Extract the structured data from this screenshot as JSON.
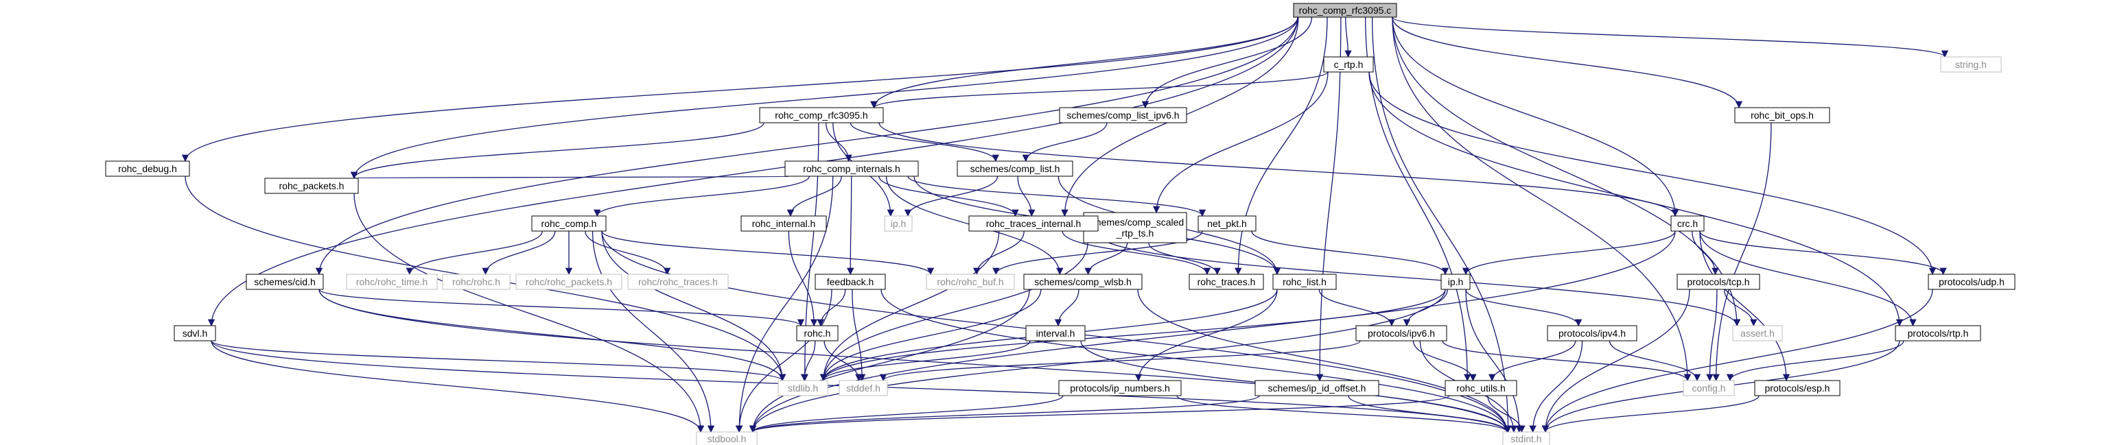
{
  "graph": {
    "root": "rohc_comp_rfc3095.c",
    "colors": {
      "edge": "#191970",
      "node_border": "#000000",
      "system_border": "#bfbfbf",
      "root_fill": "#bfbfbf",
      "system_text": "#8c8c8c"
    },
    "nodes": [
      {
        "id": "root",
        "label": "rohc_comp_rfc3095.c",
        "kind": "root"
      },
      {
        "id": "c_rtp",
        "label": "c_rtp.h",
        "kind": "file"
      },
      {
        "id": "string",
        "label": "string.h",
        "kind": "system"
      },
      {
        "id": "rfc3095h",
        "label": "rohc_comp_rfc3095.h",
        "kind": "file"
      },
      {
        "id": "list_ipv6",
        "label": "schemes/comp_list_ipv6.h",
        "kind": "file"
      },
      {
        "id": "bit_ops",
        "label": "rohc_bit_ops.h",
        "kind": "file"
      },
      {
        "id": "debug",
        "label": "rohc_debug.h",
        "kind": "file"
      },
      {
        "id": "internals",
        "label": "rohc_comp_internals.h",
        "kind": "file"
      },
      {
        "id": "comp_list",
        "label": "schemes/comp_list.h",
        "kind": "file"
      },
      {
        "id": "packets",
        "label": "rohc_packets.h",
        "kind": "file"
      },
      {
        "id": "ip",
        "label": "ip.h",
        "kind": "system"
      },
      {
        "id": "scaled",
        "label": "schemes/comp_scaled\n_rtp_ts.h",
        "kind": "file"
      },
      {
        "id": "net_pkt",
        "label": "net_pkt.h",
        "kind": "file"
      },
      {
        "id": "crc",
        "label": "crc.h",
        "kind": "file"
      },
      {
        "id": "comp_h",
        "label": "rohc_comp.h",
        "kind": "file"
      },
      {
        "id": "rohc_internal",
        "label": "rohc_internal.h",
        "kind": "file"
      },
      {
        "id": "traces_internal",
        "label": "rohc_traces_internal.h",
        "kind": "file"
      },
      {
        "id": "comp_time",
        "label": "rohc/rohc_time.h",
        "kind": "system"
      },
      {
        "id": "rohc_rohc",
        "label": "rohc/rohc.h",
        "kind": "system"
      },
      {
        "id": "rohc_packets_sys",
        "label": "rohc/rohc_packets.h",
        "kind": "system"
      },
      {
        "id": "rohc_traces_sys",
        "label": "rohc/rohc_traces.h",
        "kind": "system"
      },
      {
        "id": "rohc_buf",
        "label": "rohc/rohc_buf.h",
        "kind": "system"
      },
      {
        "id": "wlsb",
        "label": "schemes/comp_wlsb.h",
        "kind": "file"
      },
      {
        "id": "traces",
        "label": "rohc_traces.h",
        "kind": "file"
      },
      {
        "id": "rohc_list",
        "label": "rohc_list.h",
        "kind": "file"
      },
      {
        "id": "ip_h",
        "label": "ip.h",
        "kind": "file"
      },
      {
        "id": "tcp",
        "label": "protocols/tcp.h",
        "kind": "file"
      },
      {
        "id": "udp",
        "label": "protocols/udp.h",
        "kind": "file"
      },
      {
        "id": "cid",
        "label": "schemes/cid.h",
        "kind": "file"
      },
      {
        "id": "feedback",
        "label": "feedback.h",
        "kind": "file"
      },
      {
        "id": "sdvl",
        "label": "sdvl.h",
        "kind": "file"
      },
      {
        "id": "rohc_h",
        "label": "rohc.h",
        "kind": "file"
      },
      {
        "id": "interval",
        "label": "interval.h",
        "kind": "file"
      },
      {
        "id": "ipv6",
        "label": "protocols/ipv6.h",
        "kind": "file"
      },
      {
        "id": "ipv4",
        "label": "protocols/ipv4.h",
        "kind": "file"
      },
      {
        "id": "assert",
        "label": "assert.h",
        "kind": "system"
      },
      {
        "id": "rtp",
        "label": "protocols/rtp.h",
        "kind": "file"
      },
      {
        "id": "stdlib",
        "label": "stdlib.h",
        "kind": "system"
      },
      {
        "id": "stddef",
        "label": "stddef.h",
        "kind": "system"
      },
      {
        "id": "config",
        "label": "config.h",
        "kind": "system"
      },
      {
        "id": "ip_numbers",
        "label": "protocols/ip_numbers.h",
        "kind": "file"
      },
      {
        "id": "ip_id_offset",
        "label": "schemes/ip_id_offset.h",
        "kind": "file"
      },
      {
        "id": "utils",
        "label": "rohc_utils.h",
        "kind": "file"
      },
      {
        "id": "esp",
        "label": "protocols/esp.h",
        "kind": "file"
      },
      {
        "id": "stdbool",
        "label": "stdbool.h",
        "kind": "system"
      },
      {
        "id": "stdint",
        "label": "stdint.h",
        "kind": "system"
      }
    ],
    "edges": [
      [
        "root",
        "c_rtp"
      ],
      [
        "root",
        "string"
      ],
      [
        "root",
        "rfc3095h"
      ],
      [
        "root",
        "list_ipv6"
      ],
      [
        "root",
        "bit_ops"
      ],
      [
        "root",
        "debug"
      ],
      [
        "root",
        "packets"
      ],
      [
        "root",
        "cid"
      ],
      [
        "root",
        "sdvl"
      ],
      [
        "root",
        "traces_internal"
      ],
      [
        "root",
        "traces"
      ],
      [
        "root",
        "utils"
      ],
      [
        "root",
        "ip_id_offset"
      ],
      [
        "root",
        "crc"
      ],
      [
        "root",
        "assert"
      ],
      [
        "root",
        "config"
      ],
      [
        "root",
        "stdint"
      ],
      [
        "c_rtp",
        "rfc3095h"
      ],
      [
        "c_rtp",
        "scaled"
      ],
      [
        "c_rtp",
        "rtp"
      ],
      [
        "c_rtp",
        "udp"
      ],
      [
        "rfc3095h",
        "internals"
      ],
      [
        "rfc3095h",
        "comp_list"
      ],
      [
        "rfc3095h",
        "ip"
      ],
      [
        "rfc3095h",
        "crc"
      ],
      [
        "rfc3095h",
        "packets"
      ],
      [
        "rfc3095h",
        "stdlib"
      ],
      [
        "list_ipv6",
        "comp_list"
      ],
      [
        "bit_ops",
        "config"
      ],
      [
        "debug",
        "stdlib"
      ],
      [
        "internals",
        "comp_h"
      ],
      [
        "internals",
        "rohc_internal"
      ],
      [
        "internals",
        "traces_internal"
      ],
      [
        "internals",
        "net_pkt"
      ],
      [
        "internals",
        "feedback"
      ],
      [
        "internals",
        "wlsb"
      ],
      [
        "internals",
        "rohc_list"
      ],
      [
        "internals",
        "packets"
      ],
      [
        "internals",
        "stdbool"
      ],
      [
        "comp_list",
        "ip"
      ],
      [
        "comp_list",
        "traces_internal"
      ],
      [
        "comp_list",
        "rohc_list"
      ],
      [
        "packets",
        "stdbool"
      ],
      [
        "scaled",
        "wlsb"
      ],
      [
        "scaled",
        "traces"
      ],
      [
        "scaled",
        "stdlib"
      ],
      [
        "net_pkt",
        "rohc_buf"
      ],
      [
        "net_pkt",
        "ip_h"
      ],
      [
        "crc",
        "ip_h"
      ],
      [
        "crc",
        "tcp"
      ],
      [
        "crc",
        "udp"
      ],
      [
        "crc",
        "rtp"
      ],
      [
        "crc",
        "esp"
      ],
      [
        "crc",
        "stdbool"
      ],
      [
        "comp_h",
        "comp_time"
      ],
      [
        "comp_h",
        "rohc_rohc"
      ],
      [
        "comp_h",
        "rohc_packets_sys"
      ],
      [
        "comp_h",
        "rohc_traces_sys"
      ],
      [
        "comp_h",
        "rohc_buf"
      ],
      [
        "comp_h",
        "stdlib"
      ],
      [
        "comp_h",
        "stdint"
      ],
      [
        "comp_h",
        "stdbool"
      ],
      [
        "rohc_internal",
        "rohc_h"
      ],
      [
        "traces_internal",
        "rohc_buf"
      ],
      [
        "traces_internal",
        "traces"
      ],
      [
        "traces_internal",
        "assert"
      ],
      [
        "traces_internal",
        "stdlib"
      ],
      [
        "wlsb",
        "interval"
      ],
      [
        "wlsb",
        "stdlib"
      ],
      [
        "wlsb",
        "stdbool"
      ],
      [
        "wlsb",
        "stdint"
      ],
      [
        "rohc_list",
        "ipv6"
      ],
      [
        "rohc_list",
        "ip_numbers"
      ],
      [
        "rohc_list",
        "stdlib"
      ],
      [
        "ip_h",
        "ipv6"
      ],
      [
        "ip_h",
        "ipv4"
      ],
      [
        "ip_h",
        "stdlib"
      ],
      [
        "ip_h",
        "stdint"
      ],
      [
        "ip_h",
        "stdbool"
      ],
      [
        "tcp",
        "assert"
      ],
      [
        "tcp",
        "config"
      ],
      [
        "tcp",
        "stdint"
      ],
      [
        "udp",
        "stdint"
      ],
      [
        "cid",
        "rohc_h"
      ],
      [
        "cid",
        "stdint"
      ],
      [
        "cid",
        "stdlib"
      ],
      [
        "feedback",
        "rohc_h"
      ],
      [
        "feedback",
        "stddef"
      ],
      [
        "feedback",
        "stdint"
      ],
      [
        "feedback",
        "stdbool"
      ],
      [
        "sdvl",
        "stdlib"
      ],
      [
        "sdvl",
        "stdbool"
      ],
      [
        "sdvl",
        "stdint"
      ],
      [
        "rohc_h",
        "stdlib"
      ],
      [
        "rohc_h",
        "stddef"
      ],
      [
        "interval",
        "stdint"
      ],
      [
        "interval",
        "stdlib"
      ],
      [
        "ipv6",
        "utils"
      ],
      [
        "ipv6",
        "config"
      ],
      [
        "ipv6",
        "stdint"
      ],
      [
        "ipv6",
        "stddef"
      ],
      [
        "ipv4",
        "utils"
      ],
      [
        "ipv4",
        "config"
      ],
      [
        "ipv4",
        "stdint"
      ],
      [
        "rtp",
        "config"
      ],
      [
        "rtp",
        "stdint"
      ],
      [
        "ip_numbers",
        "stdbool"
      ],
      [
        "ip_numbers",
        "stdint"
      ],
      [
        "ip_id_offset",
        "stdbool"
      ],
      [
        "ip_id_offset",
        "stdint"
      ],
      [
        "utils",
        "stdbool"
      ],
      [
        "utils",
        "stdint"
      ],
      [
        "esp",
        "stdint"
      ]
    ]
  }
}
